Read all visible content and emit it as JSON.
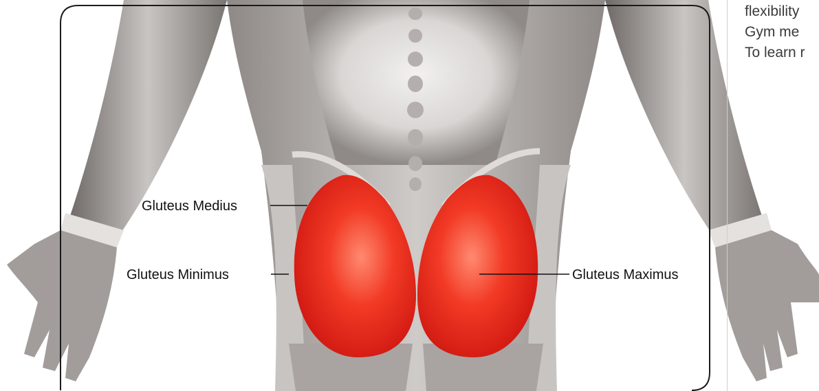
{
  "diagram": {
    "labels": {
      "gluteus_medius": "Gluteus Medius",
      "gluteus_minimus": "Gluteus Minimus",
      "gluteus_maximus": "Gluteus Maximus"
    },
    "colors": {
      "highlight": "#e8201c",
      "skin": "#b8b3b0",
      "frame": "#1a1a1a"
    }
  },
  "sidebar": {
    "lines": [
      "flexibility",
      "Gym me",
      "To learn r"
    ]
  }
}
